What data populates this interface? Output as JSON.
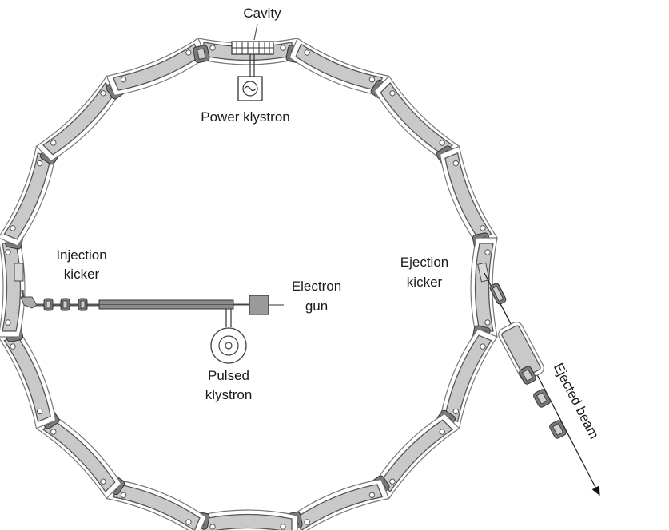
{
  "labels": {
    "cavity": "Cavity",
    "power_klystron": "Power klystron",
    "injection_kicker_1": "Injection",
    "injection_kicker_2": "kicker",
    "ejection_kicker_1": "Ejection",
    "ejection_kicker_2": "kicker",
    "electron_gun_1": "Electron",
    "electron_gun_2": "gun",
    "pulsed_klystron_1": "Pulsed",
    "pulsed_klystron_2": "klystron",
    "ejected_beam": "Ejected beam"
  },
  "colors": {
    "magnet_fill": "#c9c9c9",
    "quadrupole_fill": "#7a7a7a",
    "outline": "#555555"
  },
  "ring": {
    "dipole_count": 16,
    "quadrupole_count": 16
  }
}
